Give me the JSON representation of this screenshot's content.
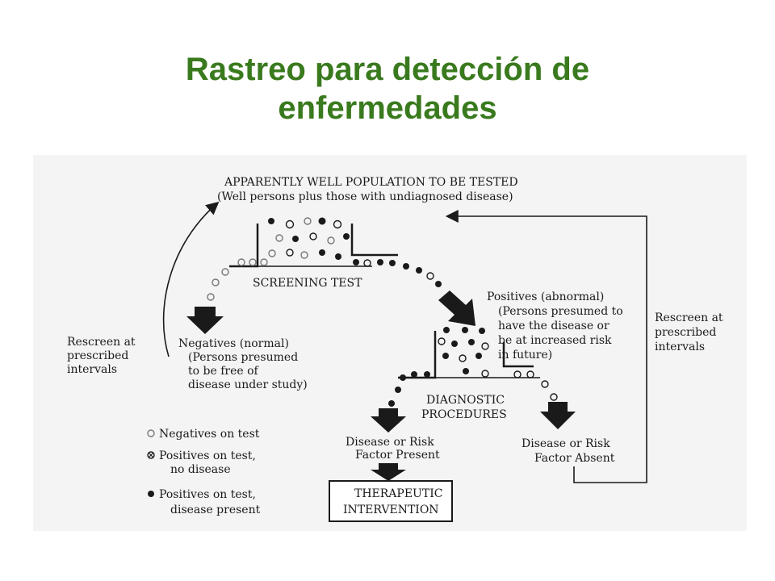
{
  "title": {
    "line1": "Rastreo para detección de",
    "line2": "enfermedades"
  },
  "colors": {
    "title": "#3a7a1e",
    "panel_background": "#f4f4f4",
    "ink": "#1a1a1a"
  },
  "diagram": {
    "population": {
      "heading": "APPARENTLY WELL POPULATION TO BE TESTED",
      "subheading": "(Well persons plus those with undiagnosed disease)"
    },
    "screening_test": "SCREENING TEST",
    "negatives": {
      "line1": "Negatives (normal)",
      "line2": "(Persons presumed",
      "line3": "to be free of",
      "line4": "disease under study)"
    },
    "positives": {
      "line1": "Positives (abnormal)",
      "line2": "(Persons presumed to",
      "line3": "have the disease or",
      "line4": "be at increased risk",
      "line5": "in future)"
    },
    "rescreen_left": {
      "line1": "Rescreen at",
      "line2": "prescribed",
      "line3": "intervals"
    },
    "rescreen_right": {
      "line1": "Rescreen at",
      "line2": "prescribed",
      "line3": "intervals"
    },
    "diagnostic": {
      "line1": "DIAGNOSTIC",
      "line2": "PROCEDURES"
    },
    "disease_present": {
      "line1": "Disease or Risk",
      "line2": "Factor Present"
    },
    "disease_absent": {
      "line1": "Disease or Risk",
      "line2": "Factor Absent"
    },
    "therapeutic": {
      "line1": "THERAPEUTIC",
      "line2": "INTERVENTION"
    },
    "legend": {
      "negatives": "Negatives on test",
      "false_pos_line1": "Positives on test,",
      "false_pos_line2": "no disease",
      "true_pos_line1": "Positives on test,",
      "true_pos_line2": "disease present"
    }
  }
}
